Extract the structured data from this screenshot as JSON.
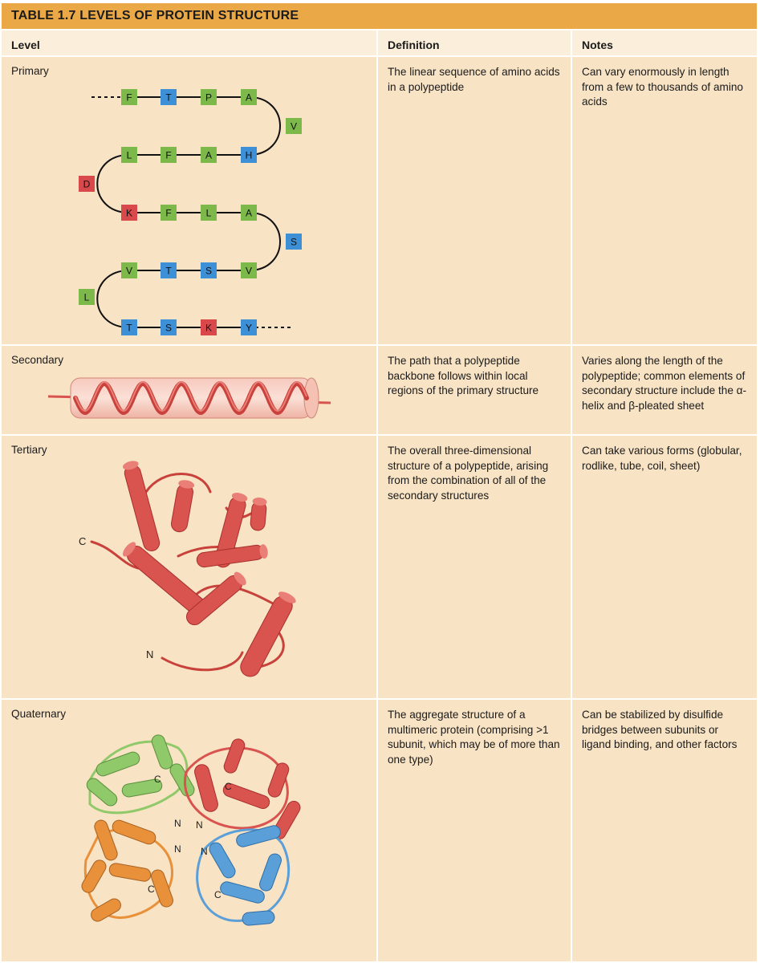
{
  "table": {
    "title": "TABLE 1.7  LEVELS OF PROTEIN STRUCTURE",
    "headers": {
      "level": "Level",
      "definition": "Definition",
      "notes": "Notes"
    },
    "rows": [
      {
        "level": "Primary",
        "definition": "The linear sequence of amino acids in a polypeptide",
        "notes": "Can vary enormously in length from a few to thousands of amino acids"
      },
      {
        "level": "Secondary",
        "definition": "The path that a polypeptide backbone follows within local regions of the primary structure",
        "notes": "Varies along the length of the polypeptide; common elements of secondary structure include the α-helix and β-pleated sheet"
      },
      {
        "level": "Tertiary",
        "definition": "The overall three-dimensional structure of a polypeptide, arising from the combination of all of the secondary structures",
        "notes": "Can take various forms (globular, rodlike, tube, coil, sheet)"
      },
      {
        "level": "Quaternary",
        "definition": "The aggregate structure of a multimeric protein (comprising >1 subunit, which may be of more than one type)",
        "notes": "Can be stabilized by disulfide bridges between subunits or ligand binding, and other factors"
      }
    ]
  },
  "primary_chain": {
    "row1": [
      "F",
      "T",
      "P",
      "A"
    ],
    "turn1": "V",
    "row2": [
      "L",
      "F",
      "A",
      "H"
    ],
    "turn2": "D",
    "row3": [
      "K",
      "F",
      "L",
      "A"
    ],
    "turn3": "S",
    "row4": [
      "V",
      "T",
      "S",
      "V"
    ],
    "turn4": "L",
    "row5": [
      "T",
      "S",
      "K",
      "Y"
    ]
  },
  "tertiary_labels": {
    "c_term": "C",
    "n_term": "N"
  },
  "quaternary_labels": [
    "C",
    "C",
    "N",
    "N",
    "N",
    "N",
    "C",
    "C"
  ],
  "colors": {
    "title_bar": "#eaa846",
    "header_cell": "#fbeedb",
    "body_cell": "#f8e3c4",
    "hydrophobic_green": "#7cb84a",
    "polar_blue": "#3d8fd6",
    "charged_red": "#d9484a",
    "helix_red": "#d9534f",
    "subunit_green": "#8fc96a",
    "subunit_orange": "#e8913a",
    "subunit_blue": "#5b9fd8"
  }
}
